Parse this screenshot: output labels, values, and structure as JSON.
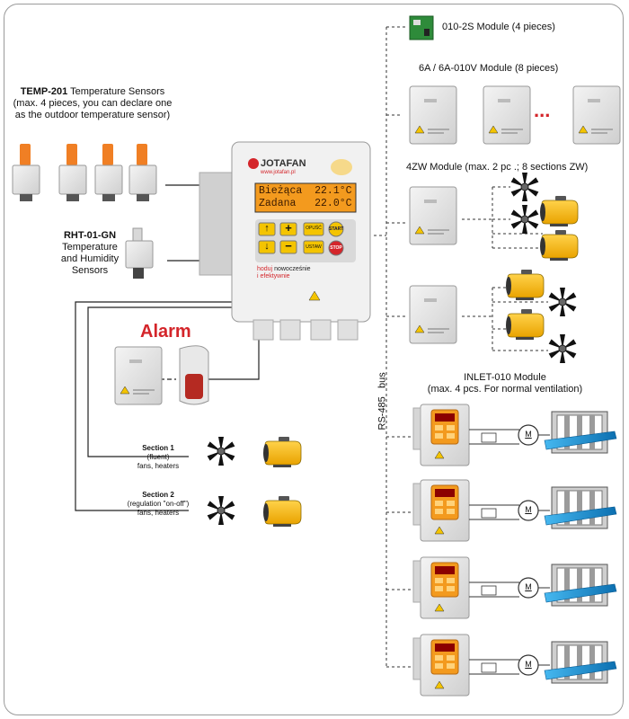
{
  "controller": {
    "brand": "JOTAFAN",
    "website": "www.jotafan.pl",
    "lcd_line1": "Bieżąca  22.1°C",
    "lcd_line2": "Zadana   22.0°C",
    "btn_opusc": "OPUŚĆ",
    "btn_ustaw": "USTAW",
    "btn_start": "START",
    "btn_stop": "STOP",
    "slogan_1": "hoduj",
    "slogan_2": "nowocześnie",
    "slogan_3": "i efektywnie"
  },
  "sensors": {
    "temp_name": "TEMP-201",
    "temp_desc": "Temperature Sensors (max. 4 pieces, you can declare one as the outdoor temperature sensor)",
    "rht_name": "RHT-01-GN",
    "rht_desc_1": "Temperature",
    "rht_desc_2": "and Humidity",
    "rht_desc_3": "Sensors"
  },
  "alarm": {
    "label": "Alarm"
  },
  "sections": {
    "s1_title": "Section 1",
    "s1_sub": "(fluent)",
    "s1_desc": "fans, heaters",
    "s2_title": "Section 2",
    "s2_sub": "(regulation \"on-off\")",
    "s2_desc": "fans, heaters"
  },
  "bus": {
    "label": "RS-485   bus"
  },
  "modules": {
    "m010_2s": "010-2S Module (4 pieces)",
    "m6a": "6A / 6A-010V Module (8 pieces)",
    "ellipsis": "...",
    "m4zw": "4ZW  Module (max. 2 pc .; 8 sections ZW)",
    "inlet_1": "INLET-010 Module",
    "inlet_2": "(max. 4 pcs. For normal ventilation)",
    "motor_label": "M"
  },
  "colors": {
    "heater_yellow": "#f4b800",
    "lcd_orange": "#f39a1e",
    "alarm_red": "#d4252a",
    "sensor_orange": "#f07f24",
    "inlet_blue": "#1e90d0"
  }
}
